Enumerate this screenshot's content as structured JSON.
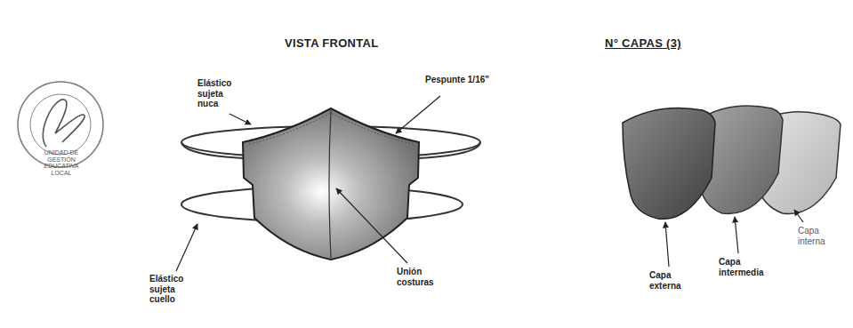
{
  "diagram": {
    "labels": [
      "VISTA FRONTAL",
      "N° CAPAS (3)",
      "Elástico sujeta nuca",
      "Pespunte 1/16\"",
      "Unión costuras",
      "Elástico sujeta cuello",
      "Capa externa",
      "Capa intermedia",
      "Capa interna",
      "UNIDAD DE GESTIÓN EDUCATIVA LOCAL"
    ]
  }
}
